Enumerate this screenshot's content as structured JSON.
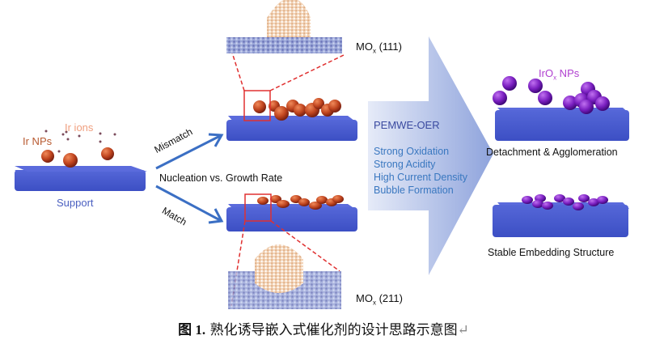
{
  "figure": {
    "labels": {
      "ir_ions": "Ir ions",
      "ir_nps": "Ir NPs",
      "support": "Support",
      "mismatch": "Mismatch",
      "match": "Match",
      "nucleation": "Nucleation vs. Growth Rate",
      "mox_111_prefix": "MO",
      "mox_111_sub": "x",
      "mox_111_suffix": " (111)",
      "mox_211_prefix": "MO",
      "mox_211_sub": "x",
      "mox_211_suffix": " (211)",
      "condition_title": "PEMWE-OER",
      "conditions": [
        "Strong Oxidation",
        "Strong Acidity",
        "High Current Density",
        "Bubble Formation"
      ],
      "irox_prefix": "IrO",
      "irox_sub": "x",
      "irox_suffix": " NPs",
      "detachment": "Detachment & Agglomeration",
      "stable": "Stable Embedding Structure"
    },
    "colors": {
      "support_blue": "#3f51c8",
      "ir_np": "#c0451f",
      "irox_np": "#7a1fc0",
      "arrow_blue": "#3b6fc4",
      "zoom_box_red": "#e03030",
      "label_orange": "#f0a080",
      "label_brown": "#b85a30",
      "label_blue": "#4a5fc0",
      "condition_text": "#3a78c0",
      "irox_label": "#b040d0"
    },
    "caption": {
      "prefix": "图 1.",
      "text": " 熟化诱导嵌入式催化剂的设计思路示意图",
      "mark": "↵"
    }
  }
}
